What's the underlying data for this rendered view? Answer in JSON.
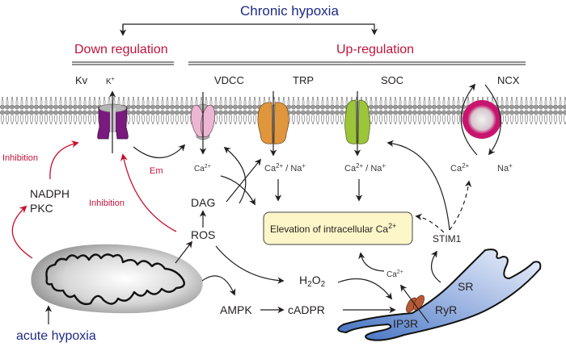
{
  "title": "Chronic hypoxia",
  "groups": {
    "down": "Down regulation",
    "up": "Up-regulation"
  },
  "channels": {
    "kv": {
      "label": "Kv",
      "ion": "K",
      "ion_sup": "+",
      "color": "#7b1a7e"
    },
    "vdcc": {
      "label": "VDCC",
      "ion": "Ca",
      "ion_sup": "2+",
      "color": "#ecb6d3"
    },
    "trp": {
      "label": "TRP",
      "ion": "Ca",
      "ion_sup": "2+",
      "ion2": " / Na",
      "ion2_sup": "+",
      "color": "#e0963c"
    },
    "soc": {
      "label": "SOC",
      "ion": "Ca",
      "ion_sup": "2+",
      "ion2": " / Na",
      "ion2_sup": "+",
      "color": "#9cc53a"
    },
    "ncx": {
      "label": "NCX",
      "ion_ca": "Ca",
      "ion_ca_sup": "2+",
      "ion_na": "Na",
      "ion_na_sup": "+",
      "color": "#c8146e"
    }
  },
  "signals": {
    "em": "Em",
    "inhibition_1": "Inhibition",
    "inhibition_2": "Inhibition",
    "nadph": "NADPH",
    "pkc": "PKC",
    "dag": "DAG",
    "ros": "ROS",
    "h2o2_h": "H",
    "h2o2_sub1": "2",
    "h2o2_o": "O",
    "h2o2_sub2": "2",
    "ampk": "AMPK",
    "cadpr": "cADPR",
    "stim1": "STIM1",
    "sr_ca": "Ca",
    "sr_ca_sup": "2+"
  },
  "box": {
    "text": "Elevation of  intracellular Ca",
    "sup": "2+",
    "fill": "#fdf6c8"
  },
  "sr": {
    "label": "SR",
    "ryr": "RyR",
    "ip3r": "IP3R",
    "color": "#8aa8dc"
  },
  "mitochondrion": {
    "label": "acute hypoxia"
  },
  "colors": {
    "blue_text": "#1e2a86",
    "red_text": "#c0143c",
    "membrane": "#8c8c8c"
  }
}
